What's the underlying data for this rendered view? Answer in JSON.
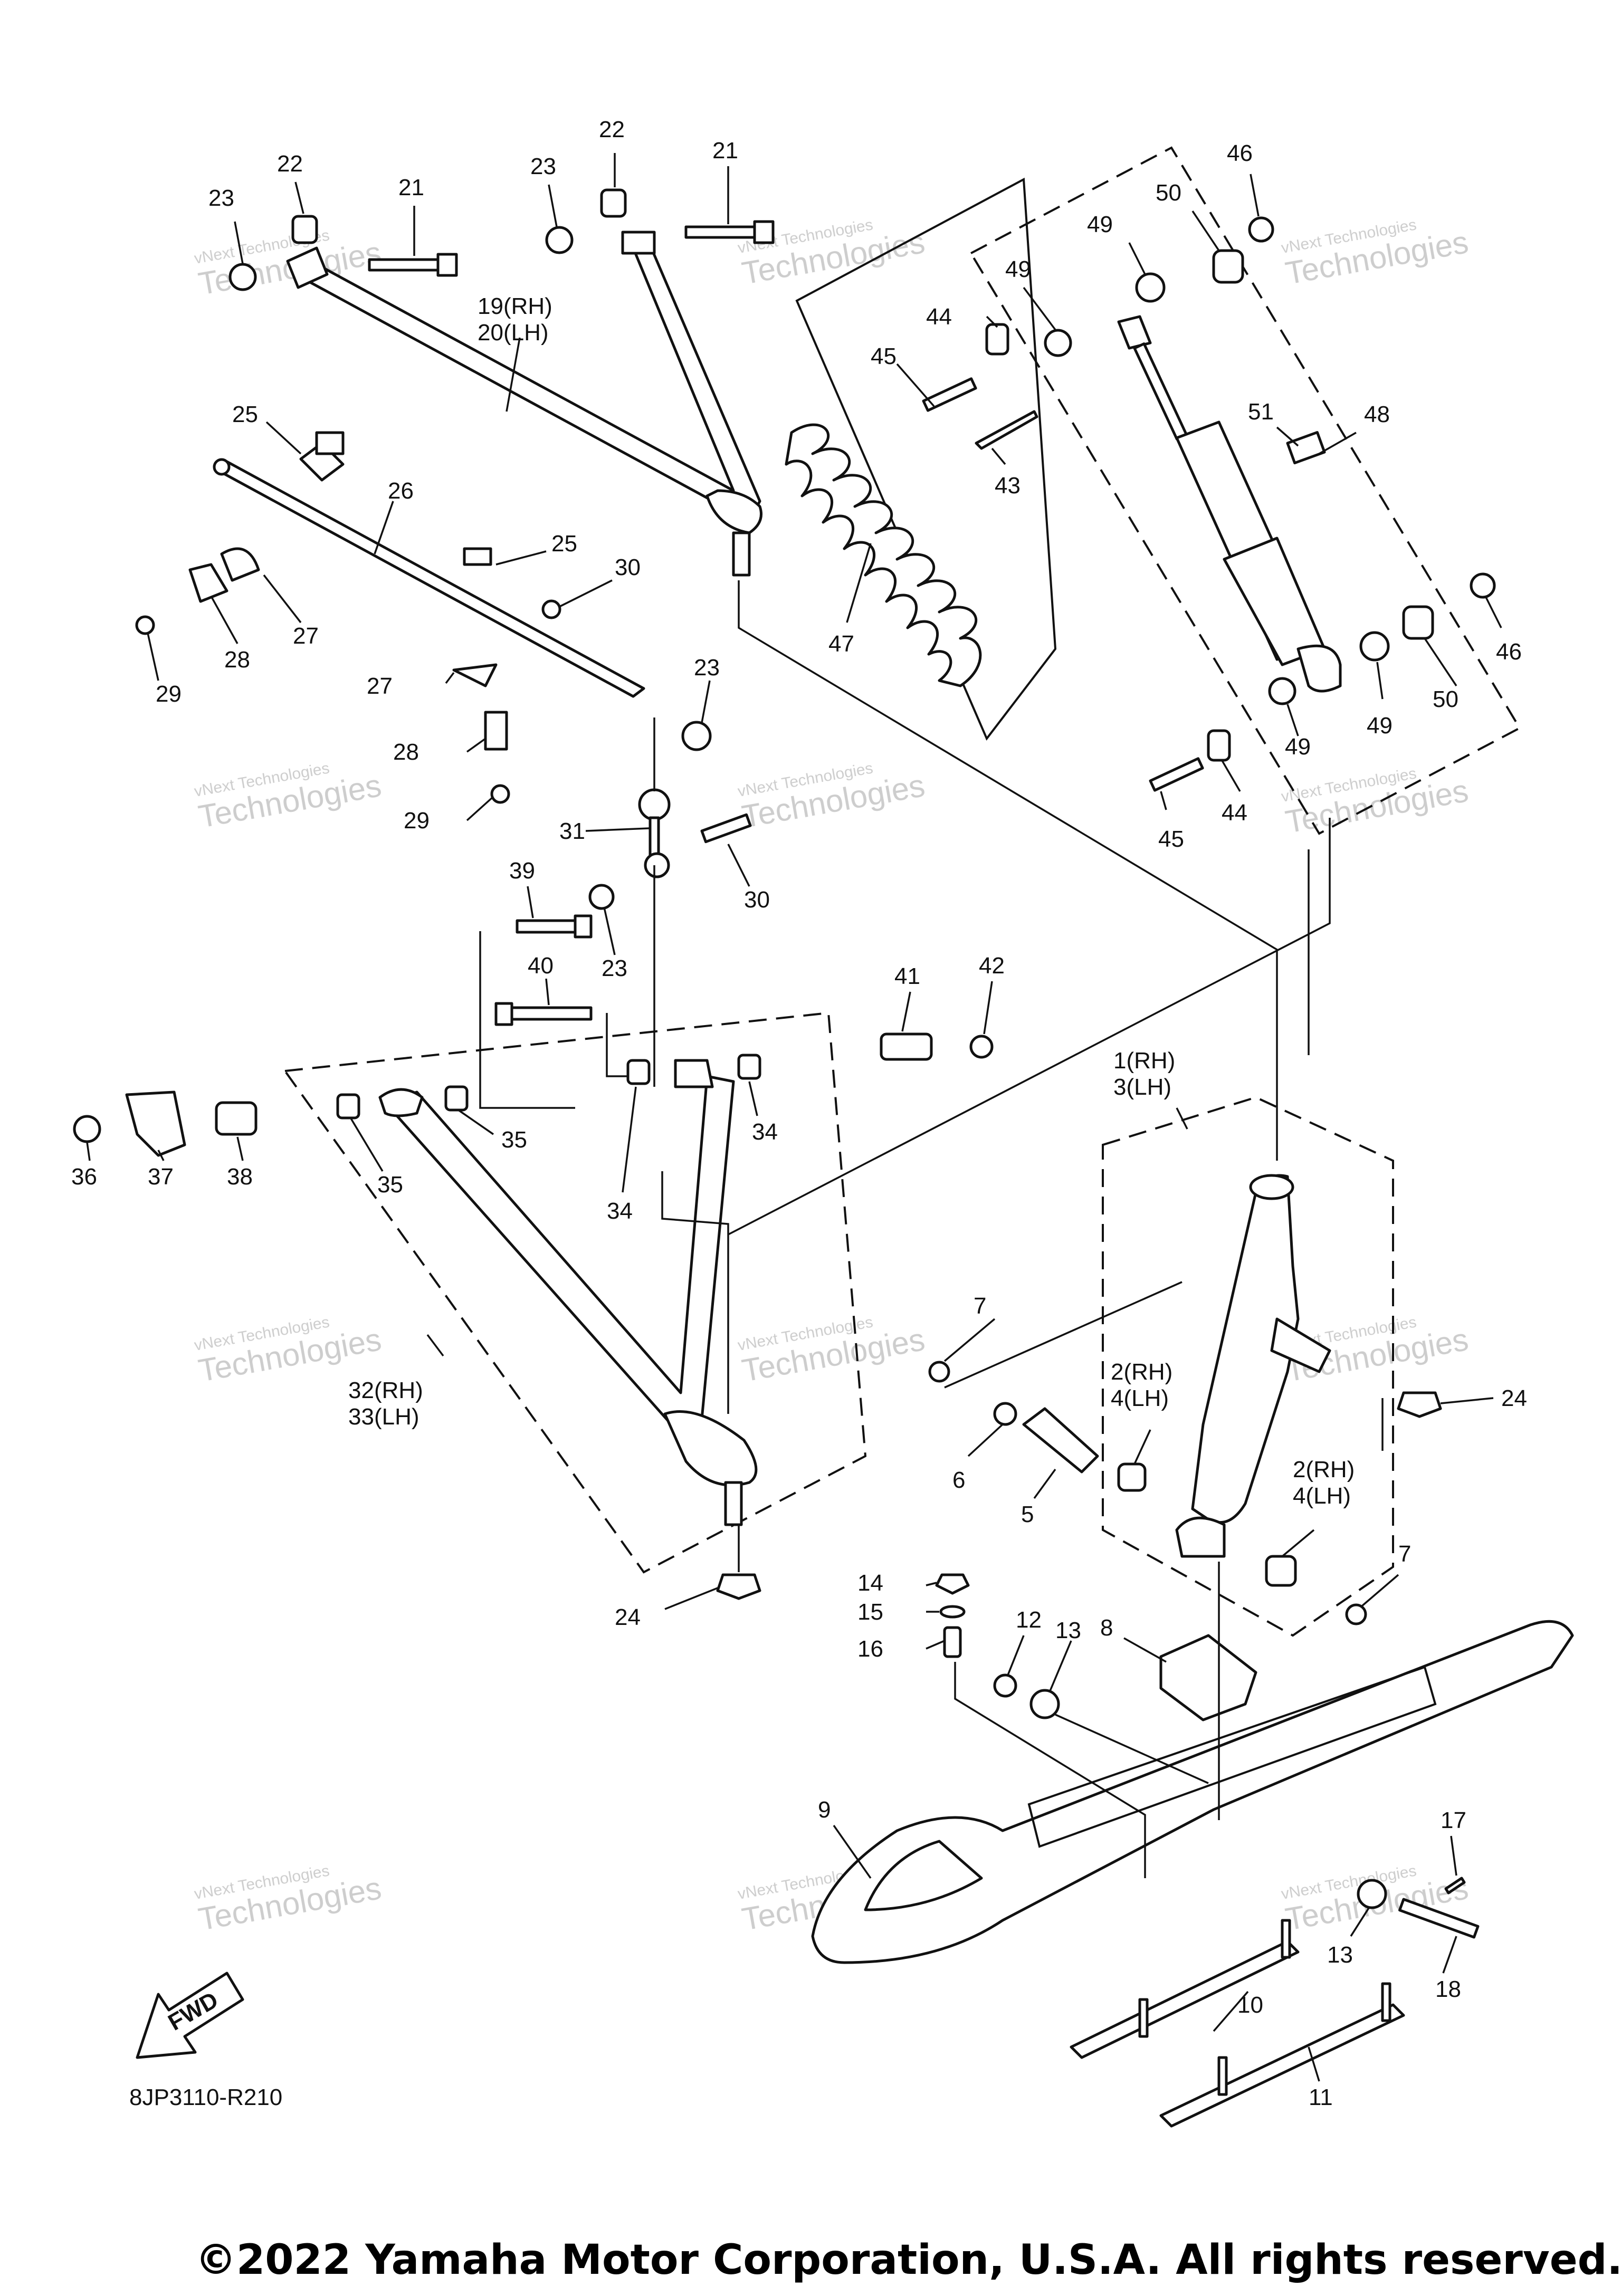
{
  "callouts": [
    {
      "id": "c23a",
      "text": "23"
    },
    {
      "id": "c22a",
      "text": "22"
    },
    {
      "id": "c21a",
      "text": "21"
    },
    {
      "id": "c23b",
      "text": "23"
    },
    {
      "id": "c22b",
      "text": "22"
    },
    {
      "id": "c21b",
      "text": "21"
    },
    {
      "id": "c1920",
      "text": "19(RH)",
      "text2": "20(LH)"
    },
    {
      "id": "c25a",
      "text": "25"
    },
    {
      "id": "c26",
      "text": "26"
    },
    {
      "id": "c27a",
      "text": "27"
    },
    {
      "id": "c28a",
      "text": "28"
    },
    {
      "id": "c29a",
      "text": "29"
    },
    {
      "id": "c25b",
      "text": "25"
    },
    {
      "id": "c30a",
      "text": "30"
    },
    {
      "id": "c27b",
      "text": "27"
    },
    {
      "id": "c23c",
      "text": "23"
    },
    {
      "id": "c28b",
      "text": "28"
    },
    {
      "id": "c29b",
      "text": "29"
    },
    {
      "id": "c31",
      "text": "31"
    },
    {
      "id": "c30b",
      "text": "30"
    },
    {
      "id": "c39",
      "text": "39"
    },
    {
      "id": "c23d",
      "text": "23"
    },
    {
      "id": "c40",
      "text": "40"
    },
    {
      "id": "c41",
      "text": "41"
    },
    {
      "id": "c42",
      "text": "42"
    },
    {
      "id": "c34a",
      "text": "34"
    },
    {
      "id": "c34b",
      "text": "34"
    },
    {
      "id": "c35a",
      "text": "35"
    },
    {
      "id": "c35b",
      "text": "35"
    },
    {
      "id": "c36",
      "text": "36"
    },
    {
      "id": "c37",
      "text": "37"
    },
    {
      "id": "c38",
      "text": "38"
    },
    {
      "id": "c3233",
      "text": "32(RH)",
      "text2": "33(LH)"
    },
    {
      "id": "c24a",
      "text": "24"
    },
    {
      "id": "c47",
      "text": "47"
    },
    {
      "id": "c44a",
      "text": "44"
    },
    {
      "id": "c45a",
      "text": "45"
    },
    {
      "id": "c43",
      "text": "43"
    },
    {
      "id": "c49a",
      "text": "49"
    },
    {
      "id": "c49b",
      "text": "49"
    },
    {
      "id": "c50a",
      "text": "50"
    },
    {
      "id": "c46a",
      "text": "46"
    },
    {
      "id": "c51",
      "text": "51"
    },
    {
      "id": "c48",
      "text": "48"
    },
    {
      "id": "c46b",
      "text": "46"
    },
    {
      "id": "c50b",
      "text": "50"
    },
    {
      "id": "c49c",
      "text": "49"
    },
    {
      "id": "c49d",
      "text": "49"
    },
    {
      "id": "c44b",
      "text": "44"
    },
    {
      "id": "c45b",
      "text": "45"
    },
    {
      "id": "c13a",
      "text": "1(RH)",
      "text2": "3(LH)"
    },
    {
      "id": "c24b",
      "text": "24"
    },
    {
      "id": "c7a",
      "text": "7"
    },
    {
      "id": "c6",
      "text": "6"
    },
    {
      "id": "c5",
      "text": "5"
    },
    {
      "id": "c24",
      "text": "2(RH)",
      "text2": "4(LH)"
    },
    {
      "id": "c24c",
      "text": "2(RH)",
      "text2": "4(LH)"
    },
    {
      "id": "c7b",
      "text": "7"
    },
    {
      "id": "c14",
      "text": "14"
    },
    {
      "id": "c15",
      "text": "15"
    },
    {
      "id": "c16",
      "text": "16"
    },
    {
      "id": "c12",
      "text": "12"
    },
    {
      "id": "c13",
      "text": "13"
    },
    {
      "id": "c8",
      "text": "8"
    },
    {
      "id": "c9",
      "text": "9"
    },
    {
      "id": "c17",
      "text": "17"
    },
    {
      "id": "c13b",
      "text": "13"
    },
    {
      "id": "c18",
      "text": "18"
    },
    {
      "id": "c10",
      "text": "10"
    },
    {
      "id": "c11",
      "text": "11"
    }
  ],
  "watermark": {
    "line1": "vNext Technologies",
    "line2": "Technologies"
  },
  "fwd_label": "FWD",
  "diagram_code": "8JP3110-R210",
  "copyright": "©2022 Yamaha Motor Corporation, U.S.A. All rights reserved."
}
